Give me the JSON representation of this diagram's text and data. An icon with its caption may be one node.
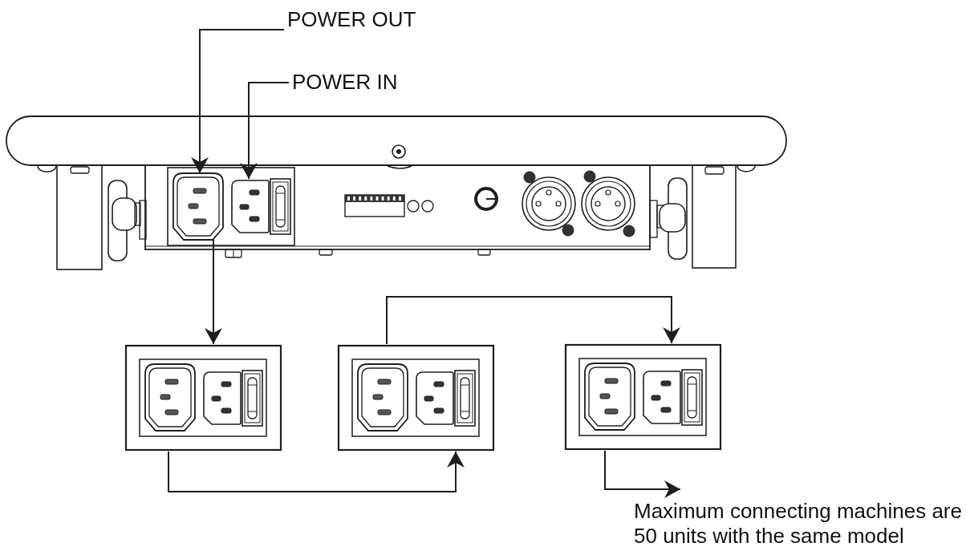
{
  "diagram": {
    "nodes": [
      {
        "text": [
          "POWER OUT"
        ]
      },
      {
        "text": [
          "POWER IN"
        ]
      },
      {
        "text": [],
        "shape": "picture"
      },
      {
        "text": [],
        "shape": "picture",
        "in": 2
      },
      {
        "text": [],
        "shape": "picture",
        "in": 2
      },
      {
        "text": [],
        "shape": "picture"
      },
      {
        "text": [],
        "shape": "picture"
      },
      {
        "text": [],
        "shape": "picture"
      },
      {
        "text": [
          "Maximum connecting machines are 50 units with the same model"
        ]
      }
    ],
    "edges": [
      {
        "from": 0,
        "to": 3,
        "arrow": "to"
      },
      {
        "from": 1,
        "to": 4,
        "arrow": "to"
      },
      {
        "from": 3,
        "to": 5,
        "arrow": "to"
      },
      {
        "from": 5,
        "to": 6,
        "arrow": "to"
      },
      {
        "from": 6,
        "to": 7,
        "arrow": "to"
      },
      {
        "from": 7,
        "to": 8,
        "arrow": "to"
      }
    ]
  }
}
